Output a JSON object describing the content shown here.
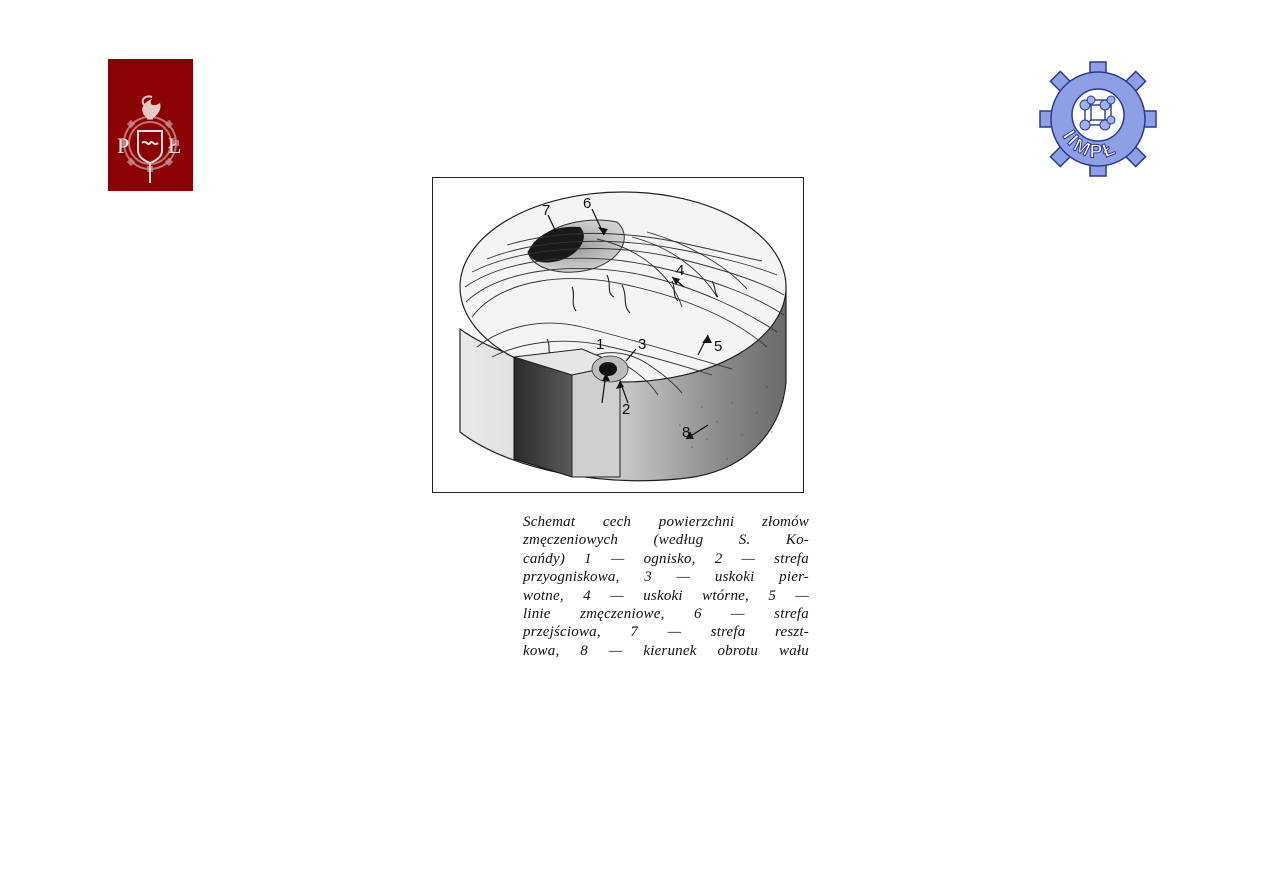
{
  "logos": {
    "left": {
      "icon": "politechnika-lodzka-logo",
      "text_left": "P",
      "text_right": "Ł",
      "bg_color": "#8b0000"
    },
    "right": {
      "icon": "iimpl-gear-logo",
      "text": "IIMPŁ",
      "color": "#8f9fe6"
    }
  },
  "figure": {
    "labels": {
      "l1": "1",
      "l2": "2",
      "l3": "3",
      "l4": "4",
      "l5": "5",
      "l6": "6",
      "l7": "7",
      "l8": "8"
    }
  },
  "caption": {
    "lines": [
      "Schemat cech powierzchni złomów",
      "zmęczeniowych    (według S. Ko-",
      "cańdy)  1 — ognisko, 2 — strefa",
      "przyogniskowa, 3 — uskoki pier-",
      "wotne, 4 — uskoki wtórne, 5 —",
      "linie  zmęczeniowe,  6  —  strefa",
      "przejściowa,  7  —  strefa  reszt-",
      "kowa, 8 — kierunek obrotu wału"
    ]
  }
}
